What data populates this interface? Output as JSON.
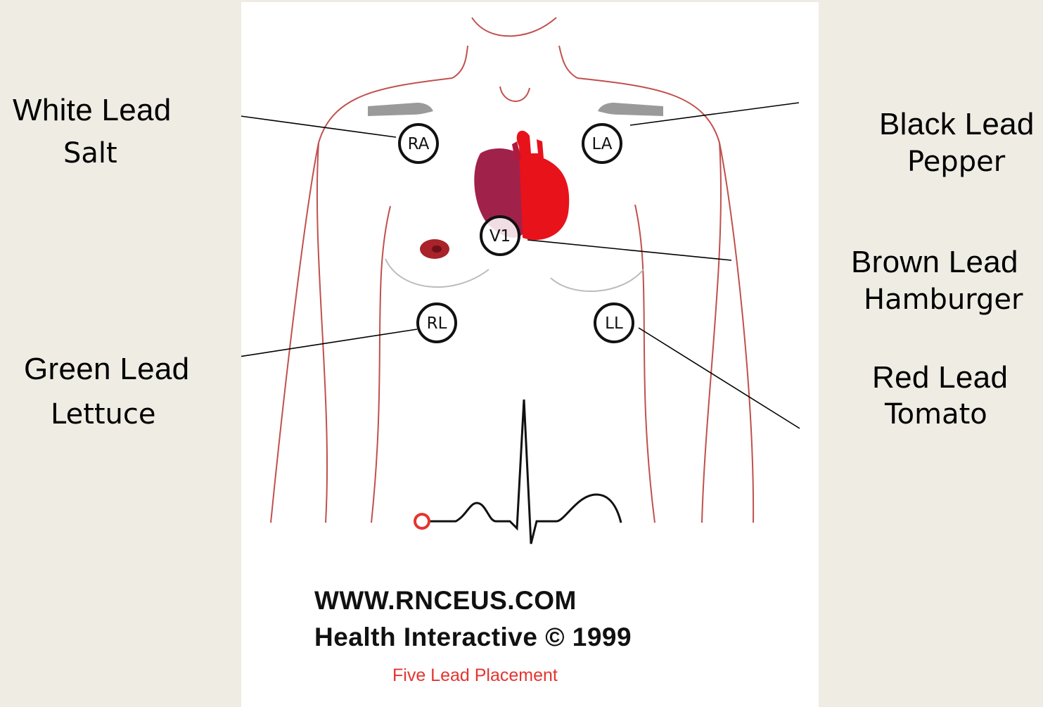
{
  "leads": [
    {
      "id": "white",
      "title": "White Lead",
      "food": "Salt"
    },
    {
      "id": "black",
      "title": "Black Lead",
      "food": "Pepper"
    },
    {
      "id": "brown",
      "title": "Brown Lead",
      "food": "Hamburger"
    },
    {
      "id": "green",
      "title": "Green Lead",
      "food": "Lettuce"
    },
    {
      "id": "red",
      "title": "Red Lead",
      "food": "Tomato"
    }
  ],
  "electrodes": [
    "RA",
    "LA",
    "V1",
    "RL",
    "LL"
  ],
  "credits": {
    "url": "WWW.RNCEUS.COM",
    "copyright": "Health Interactive © 1999",
    "caption": "Five Lead Placement"
  },
  "colors": {
    "background": "#efece4",
    "panel": "#ffffff",
    "body_outline": "#c0504d",
    "heart_dark": "#a0224a",
    "heart_bright": "#e8121b",
    "caption": "#e5342f"
  }
}
